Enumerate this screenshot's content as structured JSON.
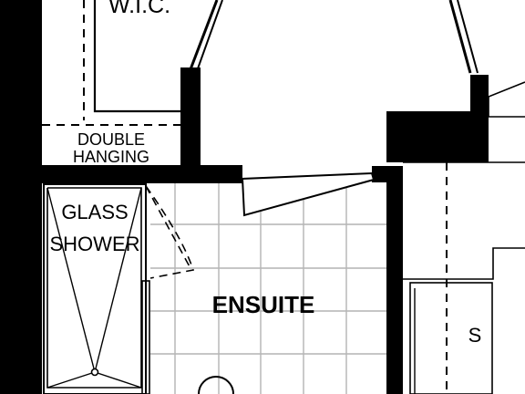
{
  "labels": {
    "wic": "W.I.C.",
    "double": "DOUBLE",
    "hanging": "HANGING",
    "glass": "GLASS",
    "shower": "SHOWER",
    "ensuite": "ENSUITE",
    "storage": "S"
  },
  "colors": {
    "wall": "#000000",
    "line": "#000000",
    "tile_grid": "#b4b4b4",
    "background": "#ffffff"
  }
}
